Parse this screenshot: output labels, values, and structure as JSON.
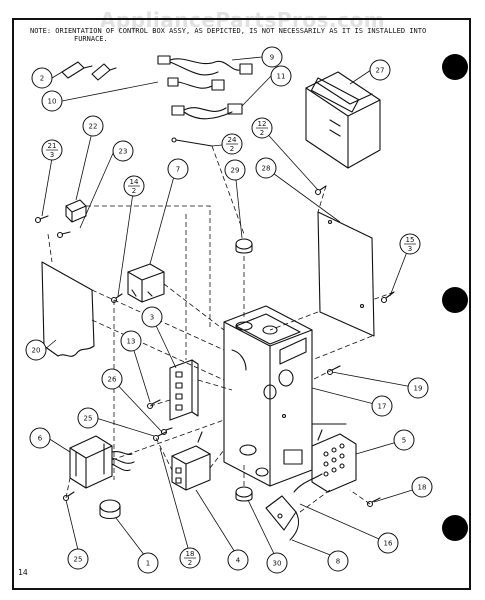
{
  "watermark": "AppliancePartsPros.com",
  "note": {
    "label": "NOTE:",
    "line1": "ORIENTATION OF CONTROL BOX ASSY, AS DEPICTED, IS NOT NECESSARILY AS IT IS INSTALLED INTO",
    "line2": "FURNACE."
  },
  "page_number": "14",
  "callouts": [
    {
      "name": "callout-2",
      "label": "2"
    },
    {
      "name": "callout-9",
      "label": "9"
    },
    {
      "name": "callout-27",
      "label": "27"
    },
    {
      "name": "callout-10",
      "label": "10"
    },
    {
      "name": "callout-11",
      "label": "11"
    },
    {
      "name": "callout-22",
      "label": "22"
    },
    {
      "name": "callout-21-3",
      "label": "21",
      "sub": "3"
    },
    {
      "name": "callout-23",
      "label": "23"
    },
    {
      "name": "callout-24-2",
      "label": "24",
      "sub": "2"
    },
    {
      "name": "callout-12-2",
      "label": "12",
      "sub": "2"
    },
    {
      "name": "callout-14-2",
      "label": "14",
      "sub": "2"
    },
    {
      "name": "callout-7",
      "label": "7"
    },
    {
      "name": "callout-29",
      "label": "29"
    },
    {
      "name": "callout-28",
      "label": "28"
    },
    {
      "name": "callout-15-3",
      "label": "15",
      "sub": "3"
    },
    {
      "name": "callout-20",
      "label": "20"
    },
    {
      "name": "callout-3",
      "label": "3"
    },
    {
      "name": "callout-13",
      "label": "13"
    },
    {
      "name": "callout-26",
      "label": "26"
    },
    {
      "name": "callout-25-top",
      "label": "25"
    },
    {
      "name": "callout-19",
      "label": "19"
    },
    {
      "name": "callout-17",
      "label": "17"
    },
    {
      "name": "callout-6",
      "label": "6"
    },
    {
      "name": "callout-5",
      "label": "5"
    },
    {
      "name": "callout-18-right",
      "label": "18"
    },
    {
      "name": "callout-16",
      "label": "16"
    },
    {
      "name": "callout-25-bottom",
      "label": "25"
    },
    {
      "name": "callout-1",
      "label": "1"
    },
    {
      "name": "callout-18-2",
      "label": "18",
      "sub": "2"
    },
    {
      "name": "callout-4",
      "label": "4"
    },
    {
      "name": "callout-30",
      "label": "30"
    },
    {
      "name": "callout-8",
      "label": "8"
    }
  ]
}
